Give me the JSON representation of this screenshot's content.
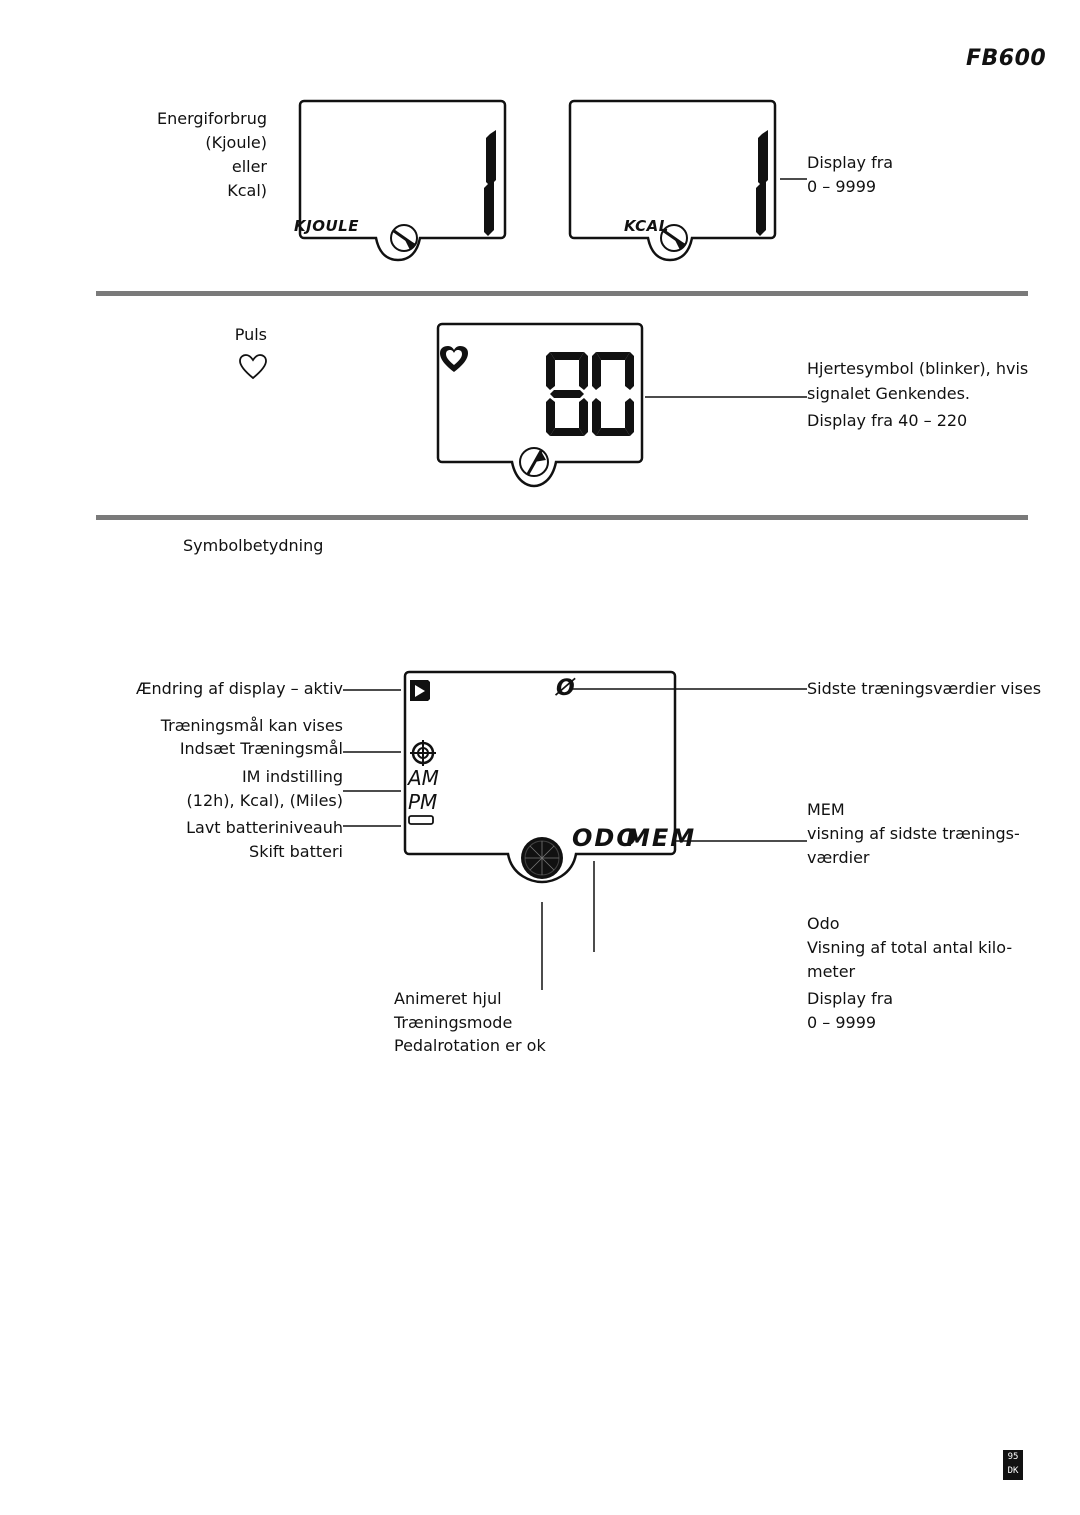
{
  "header": {
    "model": "FB600"
  },
  "energy": {
    "label_lines": [
      "Energiforbrug",
      "(Kjoule)",
      "eller",
      "Kcal)"
    ],
    "lcd_left": {
      "digit": "1",
      "unit": "KJOULE"
    },
    "lcd_right": {
      "digit": "1",
      "unit": "KCAL"
    },
    "range_lines": [
      "Display fra",
      "0 – 9999"
    ]
  },
  "pulse": {
    "label": "Puls",
    "lcd_value": "80",
    "note_lines": [
      "Hjertesymbol (blinker), hvis",
      "signalet Genkendes."
    ],
    "range": "Display fra 40 – 220"
  },
  "symbols": {
    "heading": "Symbolbetydning",
    "left_labels": {
      "change_display": "Ændring af display – aktiv",
      "goal_show": "Træningsmål kan vises",
      "goal_insert": "Indsæt Træningsmål",
      "im_setting": "IM indstilling",
      "im_units": "(12h), Kcal), (Miles)",
      "battery_low": "Lavt batteriniveauh",
      "battery_change": "Skift batteri"
    },
    "lcd": {
      "am": "AM",
      "pm": "PM",
      "odo": "ODO",
      "mem": "MEM",
      "avg": "Ø"
    },
    "right_labels": {
      "last_values": "Sidste træningsværdier vises",
      "mem_title": "MEM",
      "mem_desc": [
        "visning af sidste trænings-",
        "værdier"
      ],
      "odo_title": "Odo",
      "odo_desc": [
        "Visning af total antal kilo-",
        "meter"
      ],
      "range_lines": [
        "Display fra",
        "0 – 9999"
      ]
    },
    "wheel_lines": [
      "Animeret hjul",
      "Træningsmode",
      "Pedalrotation er ok"
    ]
  },
  "footer": {
    "page": "95",
    "lang": "DK"
  }
}
